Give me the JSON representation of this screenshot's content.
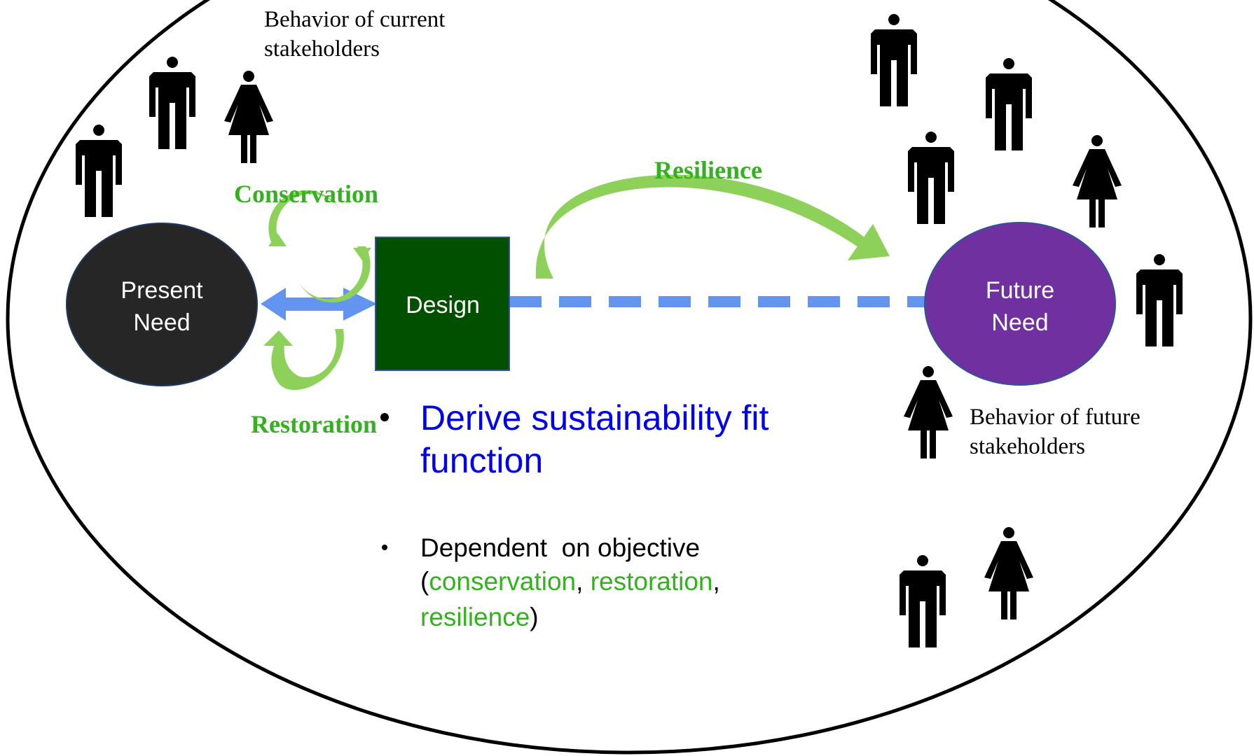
{
  "captions": {
    "current_stakeholders": [
      "Behavior of current",
      "stakeholders"
    ],
    "future_stakeholders": [
      "Behavior of future",
      "stakeholders"
    ]
  },
  "labels": {
    "conservation": "Conservation",
    "restoration": "Restoration",
    "resilience": "Resilience"
  },
  "nodes": {
    "present_need": [
      "Present",
      "Need"
    ],
    "design": "Design",
    "future_need": [
      "Future",
      "Need"
    ]
  },
  "bullets": {
    "main": [
      "Derive sustainability fit",
      "function"
    ],
    "sub": {
      "line1": "Dependent  on objective",
      "open_paren": "(",
      "conservation": "conservation",
      "comma1": ", ",
      "restoration": "restoration",
      "comma2": ",",
      "resilience": "resilience",
      "close_paren": ")"
    }
  },
  "colors": {
    "present_need": "#262626",
    "design": "#005000",
    "future_need": "#7030a0",
    "green_arrow": "#8ed15a",
    "blue_arrow": "#6394f0",
    "label_green": "#33b11e",
    "main_bullet": "#0000ee"
  },
  "icons": {
    "man": "man-icon",
    "woman": "woman-icon"
  }
}
